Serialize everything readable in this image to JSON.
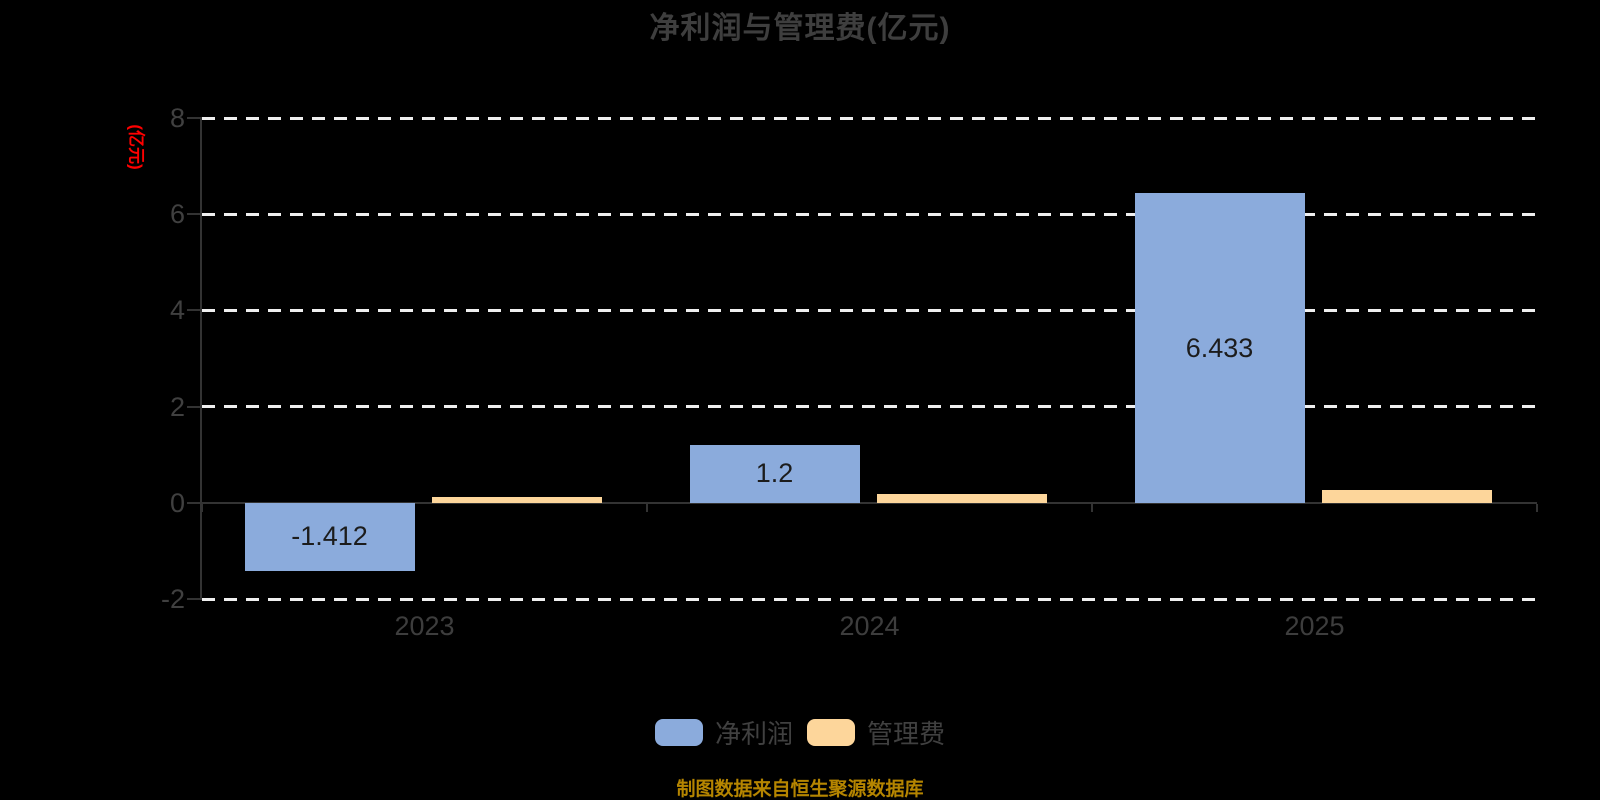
{
  "title": "净利润与管理费(亿元)",
  "footer": {
    "source_note": "制图数据来自恒生聚源数据库"
  },
  "chart_data": {
    "type": "bar",
    "title": "净利润与管理费(亿元)",
    "categories": [
      "2023",
      "2024",
      "2025"
    ],
    "series": [
      {
        "key": "net-profit",
        "name": "净利润",
        "color": "#8babdc",
        "values": [
          -1.412,
          1.2,
          6.433
        ],
        "labels": [
          "-1.412",
          "1.2",
          "6.433"
        ]
      },
      {
        "key": "mgmt-fee",
        "name": "管理费",
        "color": "#fdd69b",
        "values": [
          0.13,
          0.19,
          0.26
        ],
        "labels": [
          "",
          "",
          ""
        ]
      }
    ],
    "ylabel": "(亿元)",
    "yticks": [
      8,
      6,
      4,
      2,
      0,
      -2
    ],
    "ylim": [
      -2,
      8
    ],
    "grid": "horizontal-dashed",
    "legend_position": "bottom"
  },
  "colors": {
    "background": "#000000",
    "gridline": "#efefef",
    "axis": "#333333",
    "tick_text": "#404040",
    "title_text": "#3e3e3e",
    "bar_label_text": "#1c1c1c",
    "y_unit_text": "#ff0000",
    "footer_text": "#b58500"
  }
}
